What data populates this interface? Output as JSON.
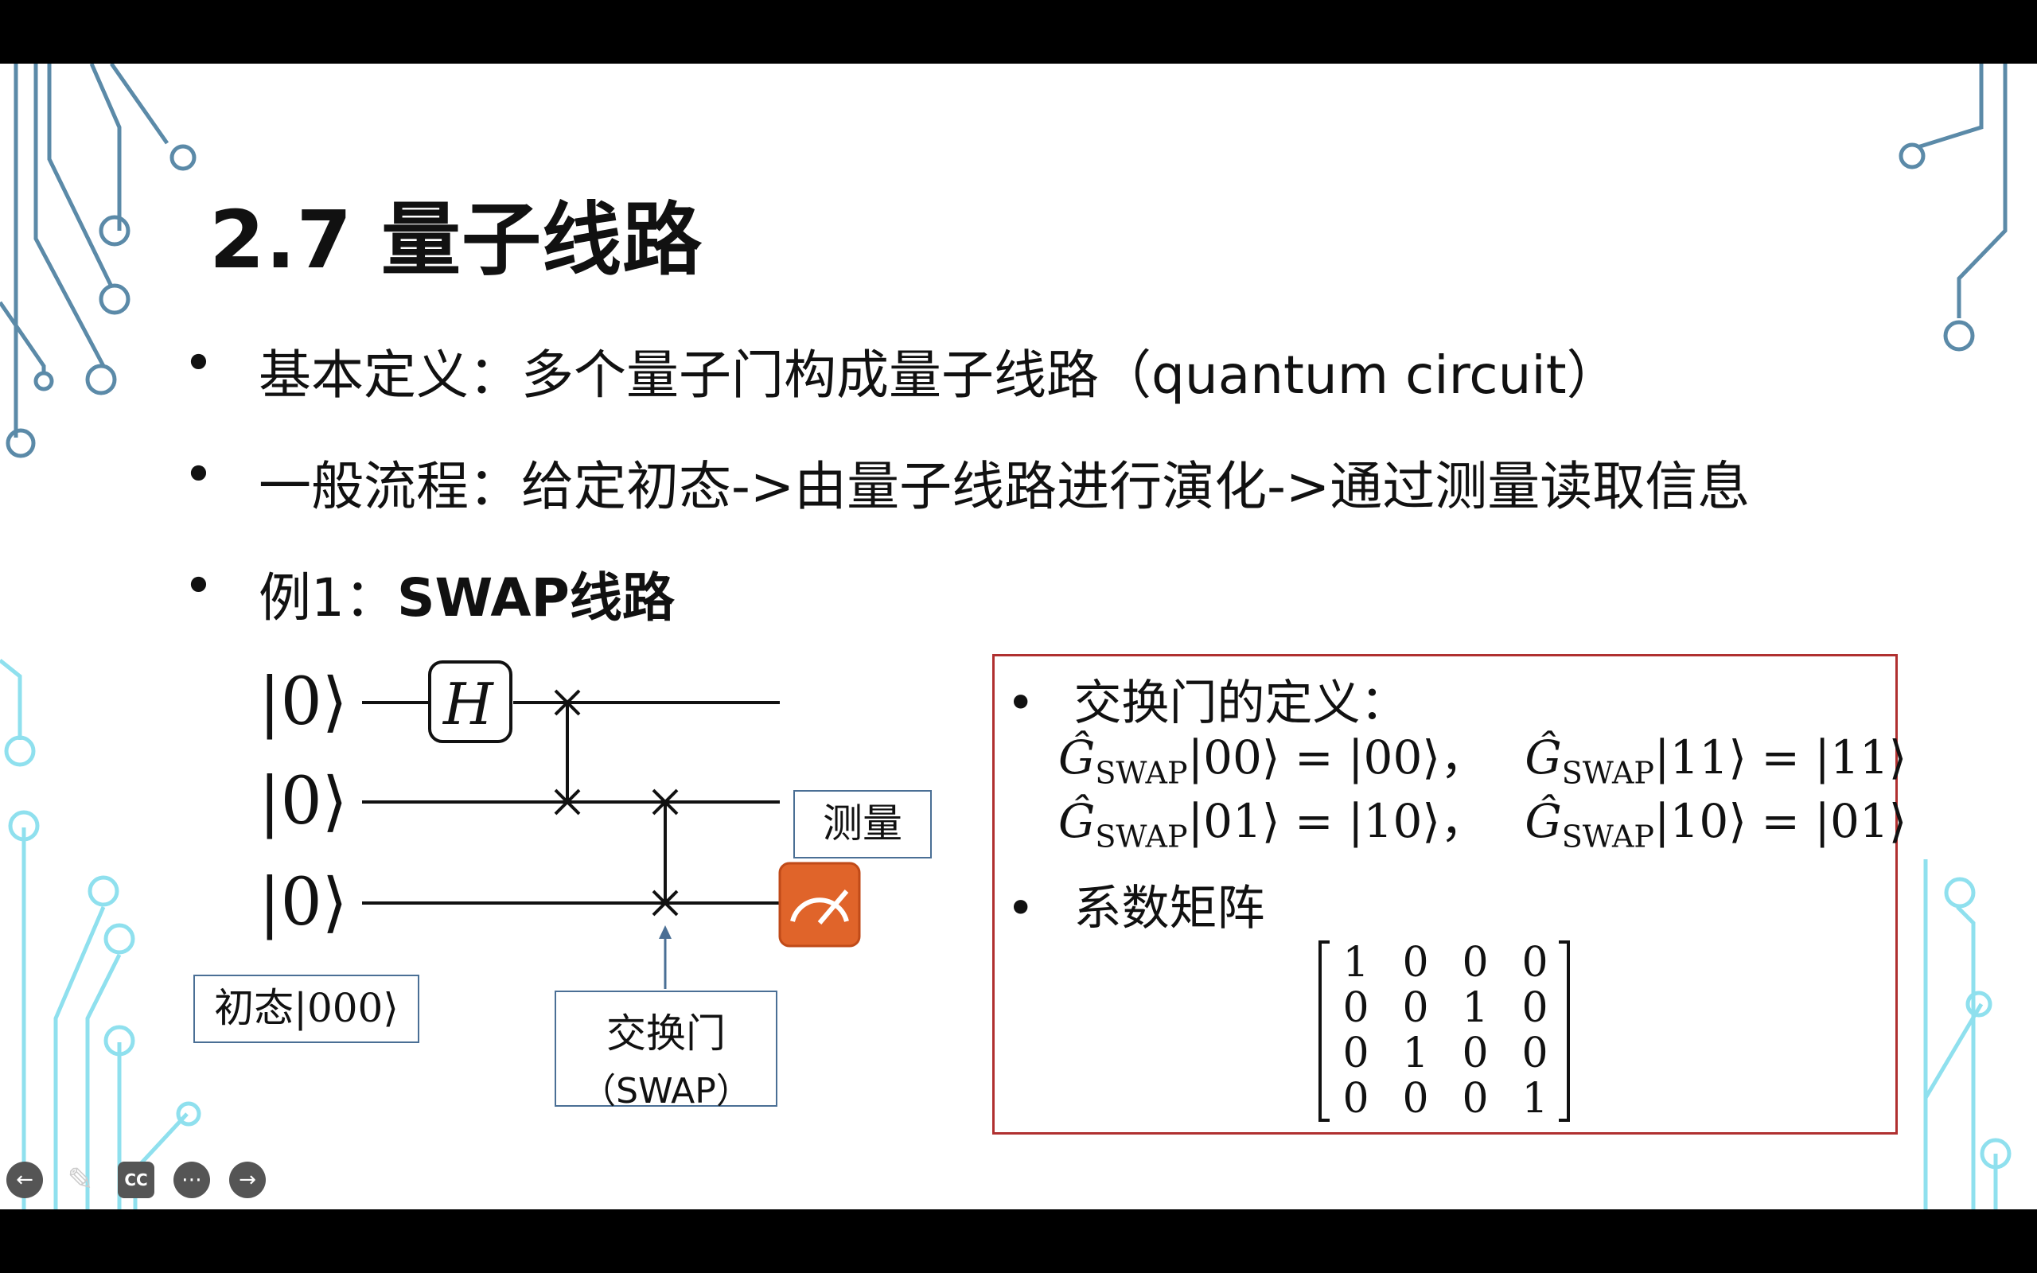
{
  "slide": {
    "title": "2.7 量子线路",
    "bullets": [
      {
        "label": "基本定义：多个量子门构成量子线路（quantum circuit）"
      },
      {
        "label": "一般流程：给定初态->由量子线路进行演化->通过测量读取信息"
      },
      {
        "prefix": "例1：",
        "emph": "SWAP线路"
      }
    ],
    "bullet_symbol": "•"
  },
  "circuit": {
    "qubits": [
      "|0⟩",
      "|0⟩",
      "|0⟩"
    ],
    "hadamard_label": "H",
    "initial_state_label": "初态|000⟩",
    "measure_label": "测量",
    "swap_label_line1": "交换门",
    "swap_label_line2": "（SWAP）"
  },
  "definition": {
    "heading": "交换门的定义：",
    "eq1": "Ĝ",
    "sub": "SWAP",
    "eq_row1_a": "|00⟩ = |00⟩，",
    "eq_row1_b": "|11⟩ = |11⟩",
    "eq_row2_a": "|01⟩ = |10⟩，",
    "eq_row2_b": "|10⟩ = |01⟩",
    "matrix_heading": "系数矩阵",
    "matrix": [
      [
        "1",
        "0",
        "0",
        "0"
      ],
      [
        "0",
        "0",
        "1",
        "0"
      ],
      [
        "0",
        "1",
        "0",
        "0"
      ],
      [
        "0",
        "0",
        "0",
        "1"
      ]
    ]
  },
  "colors": {
    "accent_box": "#b03030",
    "label_border": "#4a6f95",
    "meter": "#e0642a",
    "deco_dark": "#5b8aa8",
    "deco_light": "#8fe0ee"
  },
  "toolbar": [
    "back-icon",
    "pen-icon",
    "cc-icon",
    "more-icon",
    "forward-icon"
  ]
}
